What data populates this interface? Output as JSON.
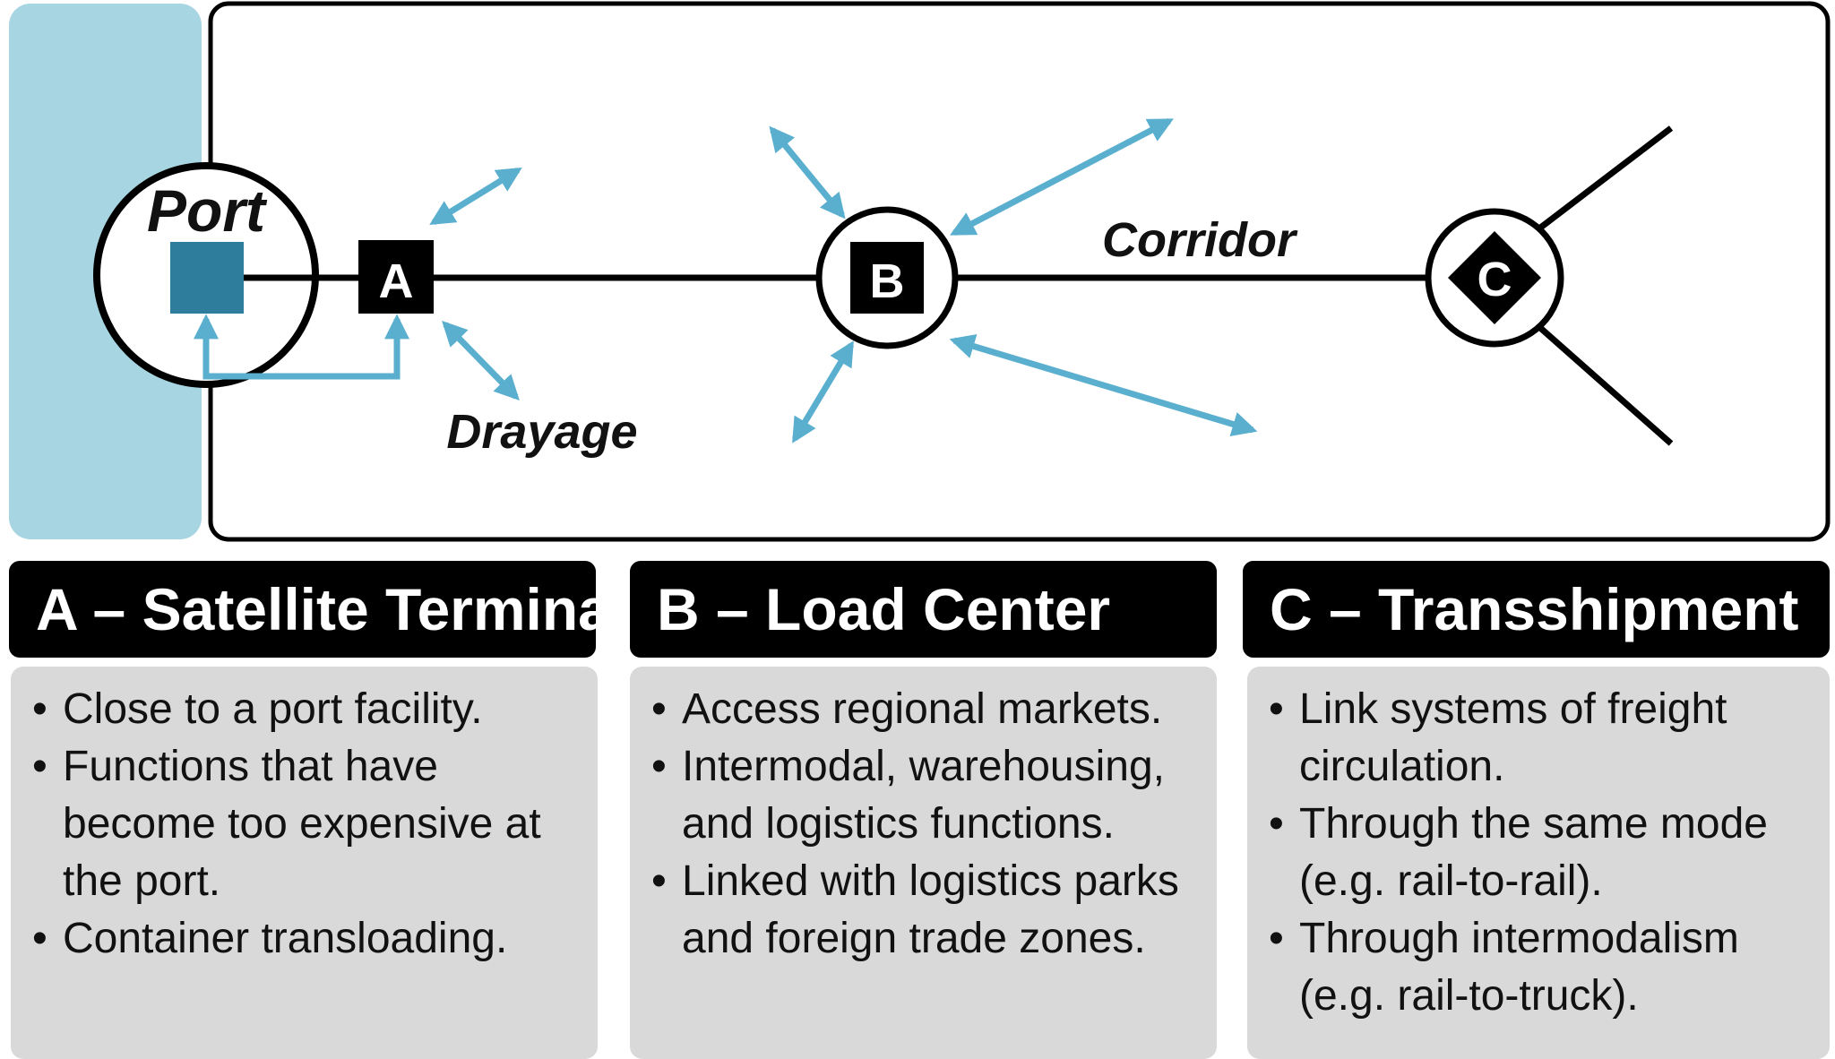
{
  "diagram": {
    "labels": {
      "port": "Port",
      "node_a": "A",
      "node_b": "B",
      "node_c": "C",
      "corridor": "Corridor",
      "drayage": "Drayage"
    },
    "colors": {
      "water": "#a8d5e2",
      "port_square": "#2e7d9c",
      "arrow": "#5aafcf",
      "line": "#000000"
    }
  },
  "cards": [
    {
      "title": "A – Satellite Terminal",
      "bullets": [
        "Close to a port facility.",
        "Functions that have become too expensive at the port.",
        "Container transloading."
      ]
    },
    {
      "title": "B – Load Center",
      "bullets": [
        "Access regional markets.",
        "Intermodal, warehousing, and logistics functions.",
        "Linked with logistics parks and foreign trade zones."
      ]
    },
    {
      "title": "C – Transshipment",
      "bullets": [
        "Link systems of freight circulation.",
        "Through the same mode (e.g. rail-to-rail).",
        "Through intermodalism (e.g. rail-to-truck)."
      ]
    }
  ]
}
